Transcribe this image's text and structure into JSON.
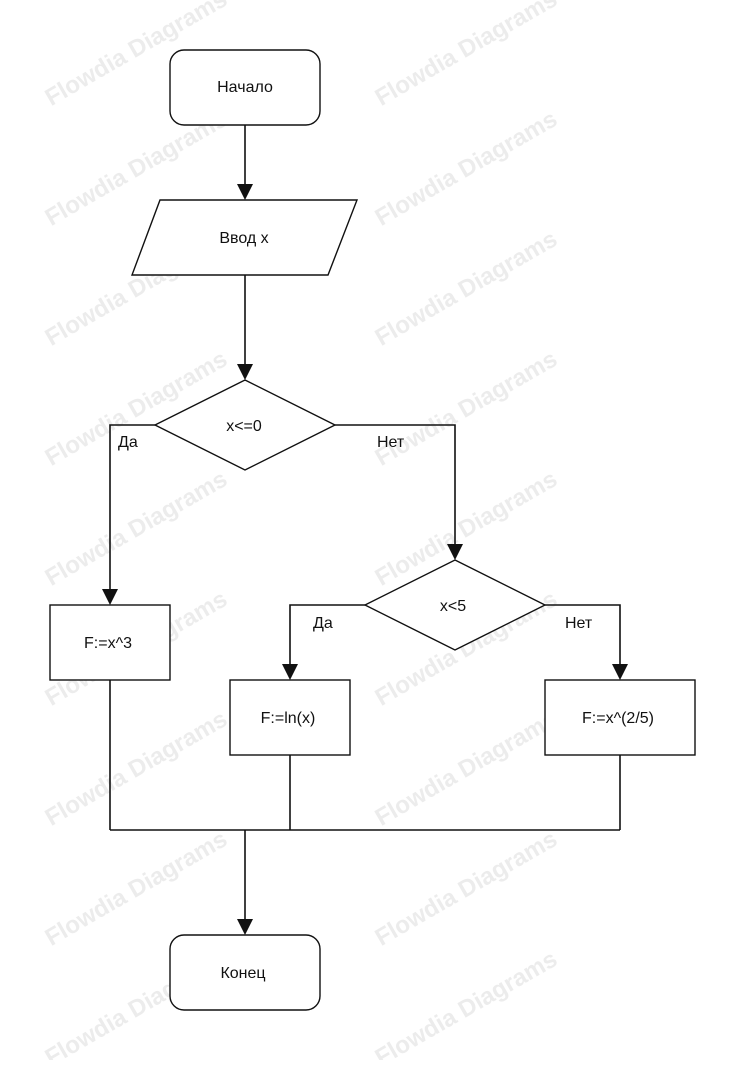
{
  "watermark": "Flowdia Diagrams",
  "nodes": {
    "start": "Начало",
    "input": "Ввод x",
    "cond1": "x<=0",
    "cond2": "x<5",
    "calc_cube": "F:=x^3",
    "calc_ln": "F:=ln(x)",
    "calc_pow": "F:=x^(2/5)",
    "end": "Конец"
  },
  "edge_labels": {
    "cond1_yes": "Да",
    "cond1_no": "Нет",
    "cond2_yes": "Да",
    "cond2_no": "Нет"
  },
  "colors": {
    "stroke": "#111111",
    "background": "#ffffff",
    "watermark": "#c8c8c8"
  }
}
